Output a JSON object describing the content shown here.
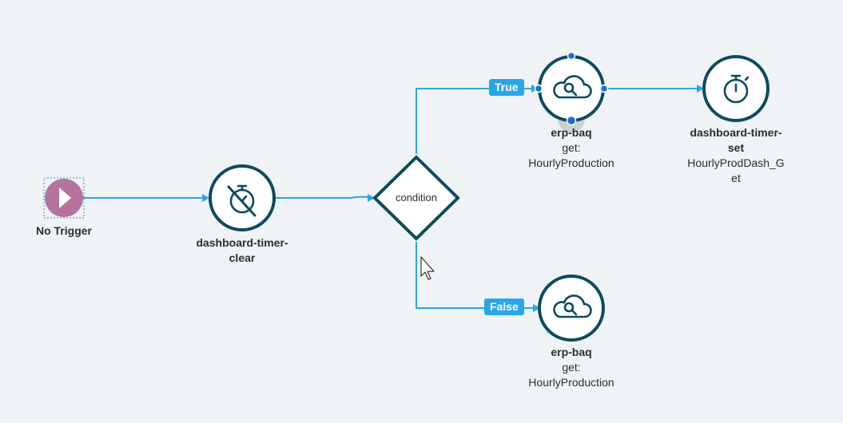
{
  "nodes": {
    "trigger": {
      "label": "No Trigger",
      "icon": "play-icon",
      "color": "#b5739d"
    },
    "timer_clear": {
      "title": "dashboard-timer-",
      "title2": "clear",
      "icon": "timer-off-icon"
    },
    "condition": {
      "label": "condition"
    },
    "erp_true": {
      "title": "erp-baq",
      "sub1": "get:",
      "sub2": "HourlyProduction",
      "icon": "cloud-search-icon"
    },
    "timer_set": {
      "title": "dashboard-timer-",
      "title2": "set",
      "sub1": "HourlyProdDash_G",
      "sub2": "et",
      "icon": "timer-icon"
    },
    "erp_false": {
      "title": "erp-baq",
      "sub1": "get:",
      "sub2": "HourlyProduction",
      "icon": "cloud-search-icon"
    }
  },
  "branches": {
    "true_label": "True",
    "false_label": "False"
  },
  "colors": {
    "node_stroke": "#0d4a5e",
    "edge": "#2aa6e8",
    "handle": "#1c6fd1",
    "background": "#f0f3f6"
  }
}
